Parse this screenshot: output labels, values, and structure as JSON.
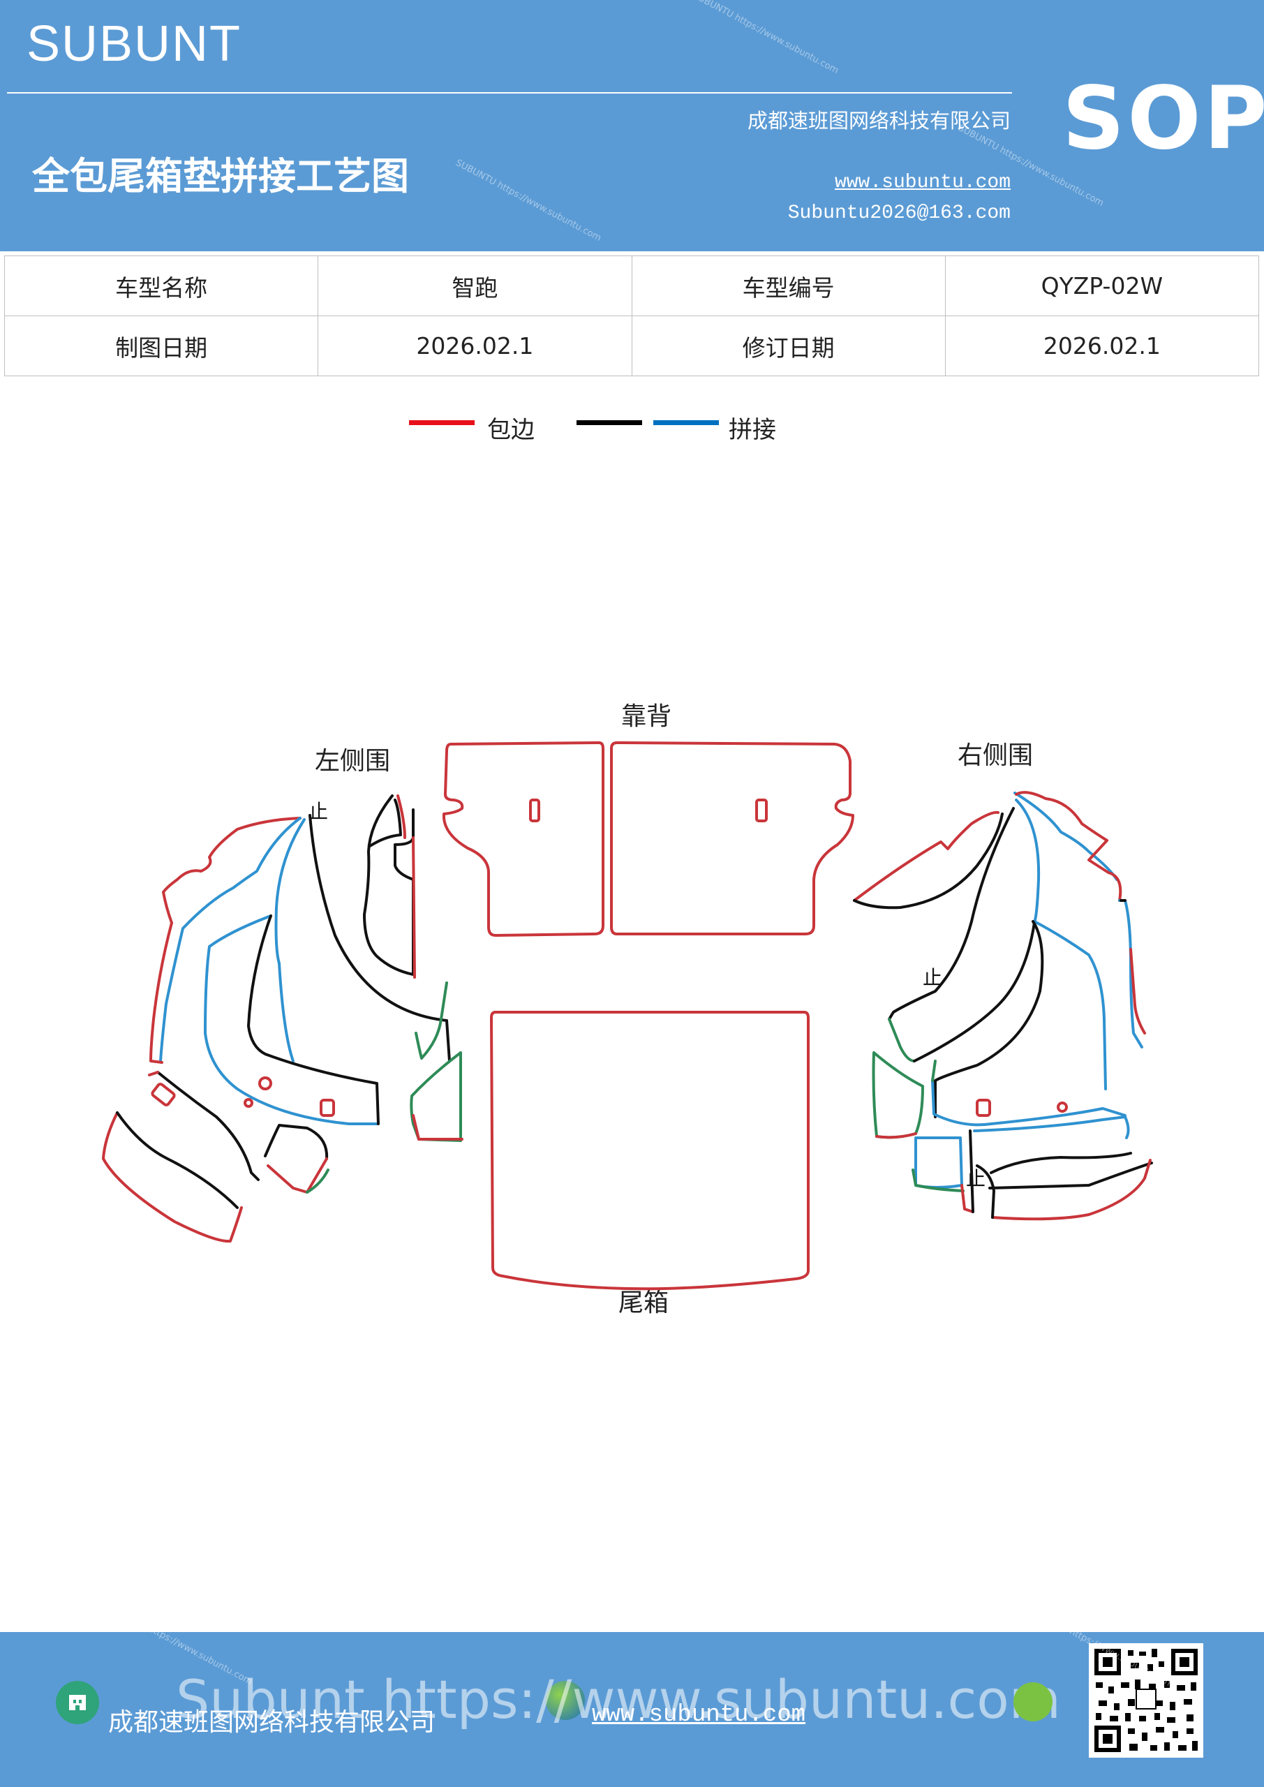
{
  "header": {
    "brand": "SUBUNT",
    "title": "全包尾箱垫拼接工艺图",
    "company": "成都速班图网络科技有限公司",
    "website": "www.subuntu.com",
    "email": "Subuntu2026@163.com",
    "badge": "SOP"
  },
  "info_table": {
    "model_name_label": "车型名称",
    "model_name_value": "智跑",
    "model_code_label": "车型编号",
    "model_code_value": "QYZP-02W",
    "draw_date_label": "制图日期",
    "draw_date_value": "2026.02.1",
    "revise_date_label": "修订日期",
    "revise_date_value": "2026.02.1"
  },
  "legend": {
    "edge_label": "包边",
    "splice_label": "拼接",
    "colors": {
      "edge": "#e8101a",
      "splice_black": "#000000",
      "splice_blue": "#0070c0"
    }
  },
  "diagram": {
    "label_backrest": "靠背",
    "label_left": "左侧围",
    "label_right": "右侧围",
    "label_trunk": "尾箱",
    "mark_glyph": "止",
    "colors": {
      "red": "#c9353a",
      "black": "#111111",
      "blue": "#2f92d0",
      "green": "#2e8b57"
    }
  },
  "footer": {
    "company": "成都速班图网络科技有限公司",
    "website": "www.subuntu.com",
    "overlay": "Subunt https://www.subuntu.com"
  },
  "watermark": "SUBUNTU https://www.subuntu.com"
}
